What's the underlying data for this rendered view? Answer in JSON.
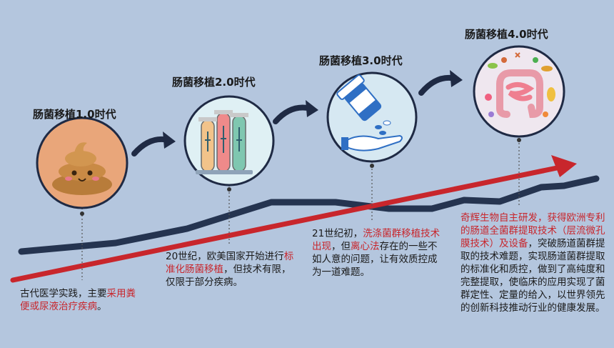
{
  "eras": [
    {
      "title": "肠菌移植1.0时代",
      "desc_parts": [
        {
          "text": "古代医学实践，主要",
          "hl": false
        },
        {
          "text": "采用粪便或尿液治疗疾病",
          "hl": true
        },
        {
          "text": "。",
          "hl": false
        }
      ],
      "icon": "poop-icon"
    },
    {
      "title": "肠菌移植2.0时代",
      "desc_parts": [
        {
          "text": "20世纪，欧美国家开始进行",
          "hl": false
        },
        {
          "text": "标准化肠菌移植",
          "hl": true
        },
        {
          "text": "，但技术有限，仅限于部分疾病。",
          "hl": false
        }
      ],
      "icon": "test-tubes-icon"
    },
    {
      "title": "肠菌移植3.0时代",
      "desc_parts": [
        {
          "text": "21世纪初，",
          "hl": false
        },
        {
          "text": "洗涤菌群移植技术出现",
          "hl": true
        },
        {
          "text": "，但",
          "hl": false
        },
        {
          "text": "离心法",
          "hl": true
        },
        {
          "text": "存在的一些不如人意的问题，让有效质控成为一道难题。",
          "hl": false
        }
      ],
      "icon": "pill-bottle-hand-icon"
    },
    {
      "title": "肠菌移植4.0时代",
      "desc_parts": [
        {
          "text": "奇辉生物自主研发，获得欧洲专利的肠道全菌群提取技术（层流微孔膜技术）及设备",
          "hl": true
        },
        {
          "text": "，突破肠道菌群提取的技术难题，实现肠道菌群提取的标准化和质控，做到了高纯度和完整提取，使临床的应用实现了菌群定性、定量的给入，以世界领先的创新科技推动行业的健康发展。",
          "hl": false
        }
      ],
      "icon": "intestine-bacteria-icon"
    }
  ],
  "colors": {
    "background": "#b4c6de",
    "trend_arrow": "#c8262c",
    "zigzag_line": "#253450",
    "circle_outline": "#1f2a44",
    "highlight_text": "#c8262c"
  }
}
